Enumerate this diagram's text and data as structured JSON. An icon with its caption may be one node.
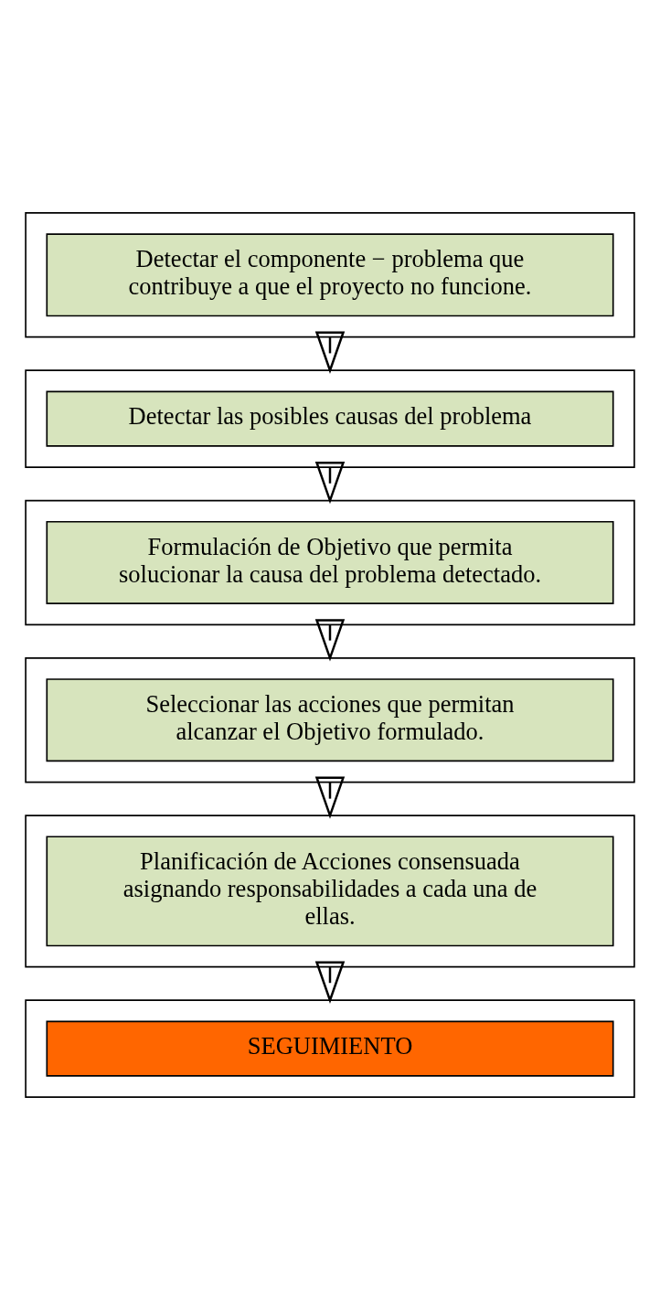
{
  "diagram": {
    "nodes": [
      {
        "text": [],
        "shape": "box"
      },
      {
        "text": [
          "Detectar el componente − problema que contribuye a que el proyecto no funcione."
        ],
        "in": 0
      },
      {
        "text": [],
        "shape": "box"
      },
      {
        "text": [
          "Detectar las posibles causas del problema"
        ],
        "in": 2
      },
      {
        "text": [],
        "shape": "box"
      },
      {
        "text": [
          "Formulación de Objetivo que permita solucionar la causa del problema detectado."
        ],
        "in": 4
      },
      {
        "text": [],
        "shape": "box"
      },
      {
        "text": [
          "Seleccionar las acciones que permitan alcanzar el Objetivo formulado."
        ],
        "in": 6
      },
      {
        "text": [],
        "shape": "box"
      },
      {
        "text": [
          "Planificación de Acciones consensuada asignando responsabilidades a cada una de ellas."
        ],
        "in": 8
      },
      {
        "text": [],
        "shape": "box"
      },
      {
        "text": [
          "SEGUIMIENTO"
        ],
        "in": 10
      }
    ],
    "edges": [
      {
        "from": 0,
        "to": 2,
        "arrow": "to"
      },
      {
        "from": 2,
        "to": 4,
        "arrow": "to"
      },
      {
        "from": 4,
        "to": 6,
        "arrow": "to"
      },
      {
        "from": 6,
        "to": 8,
        "arrow": "to"
      },
      {
        "from": 8,
        "to": 10,
        "arrow": "to"
      }
    ]
  }
}
